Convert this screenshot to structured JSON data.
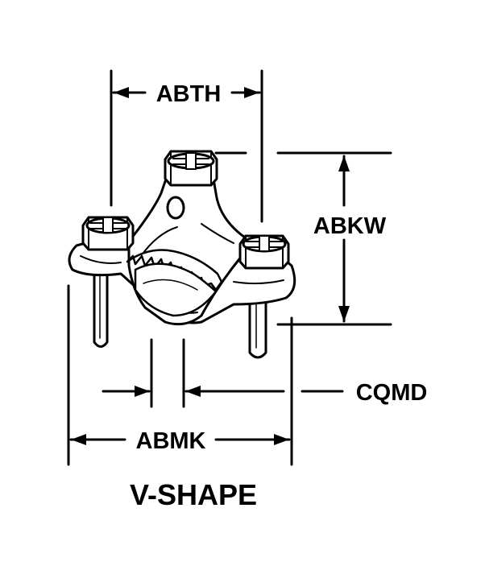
{
  "labels": {
    "abth": "ABTH",
    "abkw": "ABKW",
    "cqmd": "CQMD",
    "abmk": "ABMK",
    "title": "V-SHAPE"
  },
  "colors": {
    "ink": "#000000",
    "paper": "#ffffff"
  }
}
